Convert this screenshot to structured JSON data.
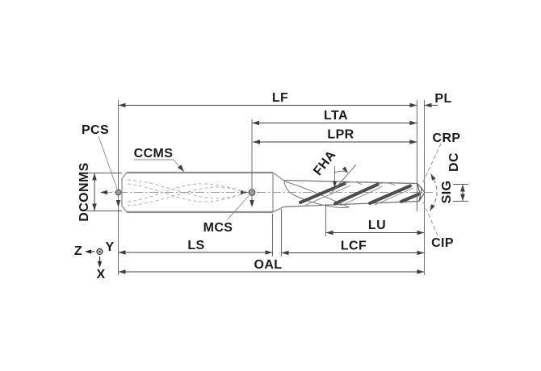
{
  "diagram": {
    "title": "drill-dimension-drawing",
    "labels": {
      "lf": "LF",
      "pl": "PL",
      "lta": "LTA",
      "lpr": "LPR",
      "pcs": "PCS",
      "ccms": "CCMS",
      "dconms": "DCONMS",
      "mcs": "MCS",
      "ls": "LS",
      "oal": "OAL",
      "lu": "LU",
      "lcf": "LCF",
      "fha": "FHA",
      "crp": "CRP",
      "dc": "DC",
      "sig": "SIG",
      "cip": "CIP"
    },
    "axes": {
      "z": "Z",
      "y": "Y",
      "x": "X"
    },
    "colors": {
      "background": "#ffffff",
      "body_outline": "#8e8e8e",
      "flute_dark": "#4d4d4d",
      "dimension_line": "#3f3f3f",
      "extension_line": "#5e5e5e",
      "hidden_coolant": "#b3b3b3",
      "text": "#1a1a1a"
    }
  }
}
